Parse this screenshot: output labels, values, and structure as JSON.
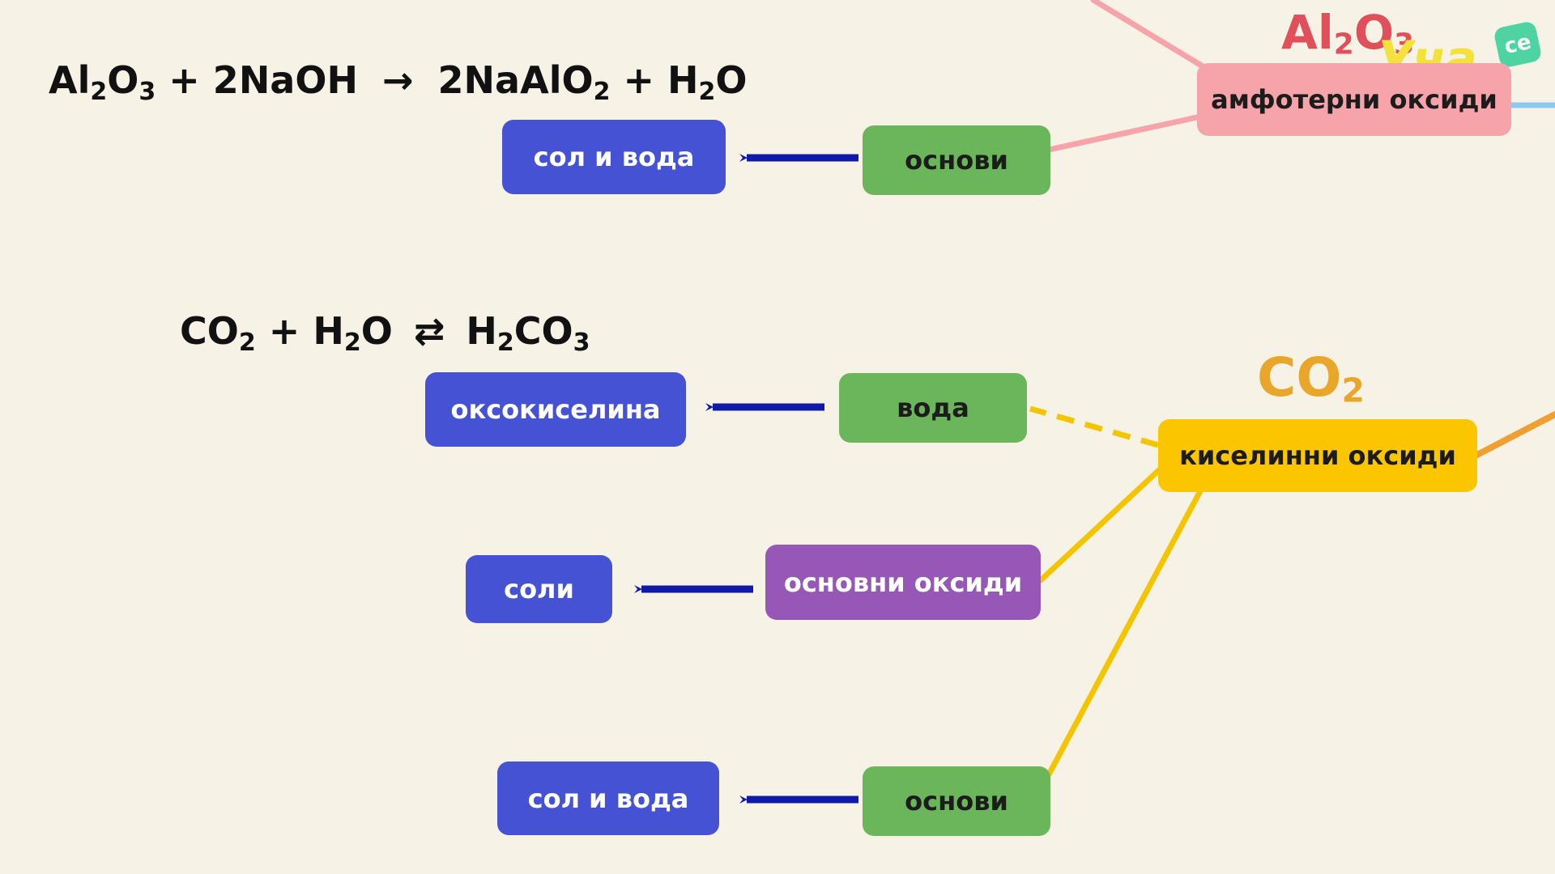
{
  "equations": {
    "eq1": {
      "p1": "Al",
      "s1": "2",
      "p2": "O",
      "s2": "3",
      "p3": " + 2NaOH ",
      "arrow": "→",
      "p4": " 2NaAlO",
      "s3": "2",
      "p5": " + H",
      "s4": "2",
      "p6": "O"
    },
    "eq2": {
      "p1": "CO",
      "s1": "2",
      "p2": " + H",
      "s2": "2",
      "p3": "O ",
      "arrow": "⇄",
      "p4": " H",
      "s3": "2",
      "p5": "CO",
      "s4": "3"
    }
  },
  "formulas": {
    "al2o3": {
      "a": "Al",
      "s1": "2",
      "b": "O",
      "s2": "3",
      "color": "#e0505a"
    },
    "co2": {
      "a": "CO",
      "s1": "2",
      "color": "#e8a62a"
    }
  },
  "nodes": {
    "amphoteric": {
      "label": "амфотерни оксиди",
      "color": "#f6a3aa"
    },
    "acidic": {
      "label": "киселинни оксиди",
      "color": "#fbc500"
    },
    "bases_top": {
      "label": "основи",
      "color": "#6bb55a"
    },
    "salt_water_top": {
      "label": "сол и вода",
      "color": "#4452d3"
    },
    "water": {
      "label": "вода",
      "color": "#6bb55a"
    },
    "oxoacid": {
      "label": "оксокиселина",
      "color": "#4452d3"
    },
    "basic_oxides": {
      "label": "основни оксиди",
      "color": "#9657b6"
    },
    "salts": {
      "label": "соли",
      "color": "#4452d3"
    },
    "bases_bottom": {
      "label": "основи",
      "color": "#6bb55a"
    },
    "salt_water_bottom": {
      "label": "сол и вода",
      "color": "#4452d3"
    }
  },
  "colors": {
    "arrow": "#0f1aa8",
    "pink_link": "#f6a3aa",
    "yellow_link": "#f3c500",
    "orange_link": "#f0a030",
    "blue_link": "#8cc8f0"
  },
  "logo": {
    "text": "Уча",
    "badge": "се"
  }
}
